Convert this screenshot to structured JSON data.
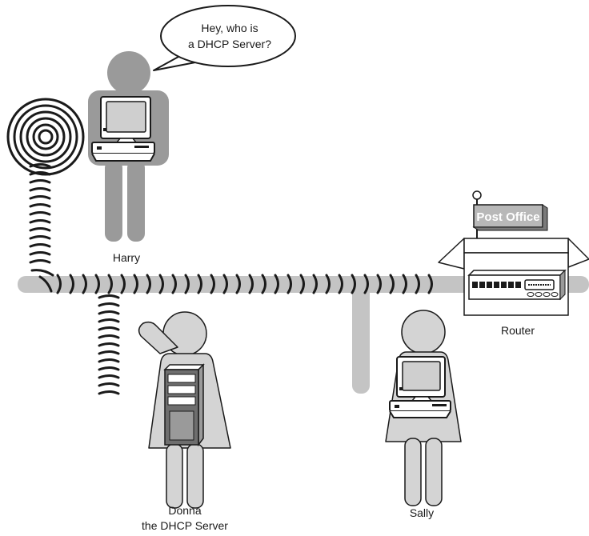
{
  "speech_bubble": {
    "line1": "Hey, who is",
    "line2": "a DHCP Server?"
  },
  "people": {
    "harry": "Harry",
    "donna_line1": "Donna",
    "donna_line2": "the DHCP Server",
    "sally": "Sally"
  },
  "router": {
    "label": "Router",
    "sign": "Post Office"
  },
  "colors": {
    "harry_fill": "#9a9a9a",
    "light_fill": "#d4d4d4",
    "cable": "#c4c4c4",
    "ink": "#1a1a1a"
  }
}
